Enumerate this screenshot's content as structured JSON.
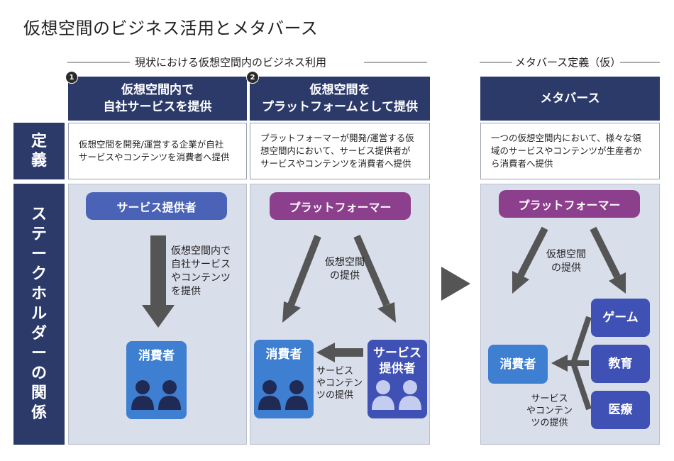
{
  "title": "仮想空間のビジネス活用とメタバース",
  "section_current": "現状における仮想空間内のビジネス利用",
  "section_metaverse": "メタバース定義（仮）",
  "row_labels": {
    "definition": [
      "定",
      "義"
    ],
    "stakeholder": [
      "ス",
      "テ",
      "ー",
      "ク",
      "ホ",
      "ル",
      "ダ",
      "ー",
      "の",
      "関",
      "係"
    ]
  },
  "columns": [
    {
      "badge": "1",
      "header": [
        "仮想空間内で",
        "自社サービスを提供"
      ],
      "definition": [
        "仮想空間を開発/運営する企業が自社",
        "サービスやコンテンツを消費者へ提供"
      ]
    },
    {
      "badge": "2",
      "header": [
        "仮想空間を",
        "プラットフォームとして提供"
      ],
      "definition": [
        "プラットフォーマーが開発/運営する仮",
        "想空間内において、サービス提供者が",
        "サービスやコンテンツを消費者へ提供"
      ]
    },
    {
      "header": [
        "メタバース"
      ],
      "definition": [
        "一つの仮想空間内において、様々な領",
        "域のサービスやコンテンツが生産者か",
        "ら消費者へ提供"
      ]
    }
  ],
  "col1": {
    "provider": "サービス提供者",
    "arrow_label": [
      "仮想空間内で",
      "自社サービス",
      "やコンテンツ",
      "を提供"
    ],
    "consumer": "消費者"
  },
  "col2": {
    "platformer": "プラットフォーマー",
    "arrow_label": [
      "仮想空間",
      "の提供"
    ],
    "consumer": "消費者",
    "provider": [
      "サービス",
      "提供者"
    ],
    "flow_label": [
      "サービス",
      "やコンテン",
      "ツの提供"
    ]
  },
  "col3": {
    "platformer": "プラットフォーマー",
    "arrow_label": [
      "仮想空間",
      "の提供"
    ],
    "consumer": "消費者",
    "domains": [
      "ゲーム",
      "教育",
      "医療"
    ],
    "flow_label": [
      "サービス",
      "やコンテン",
      "ツの提供"
    ]
  },
  "colors": {
    "navy": "#2c3a6a",
    "blue": "#4a63b7",
    "purple": "#8b3f8c",
    "consumer_box": "#3e7fd1",
    "provider_box": "#3f51b5",
    "domain_box": "#3f51b5",
    "arrow": "#555555",
    "panel": "#d9deeb"
  },
  "icons": [
    "person-pair-icon",
    "triangle-right-icon"
  ]
}
